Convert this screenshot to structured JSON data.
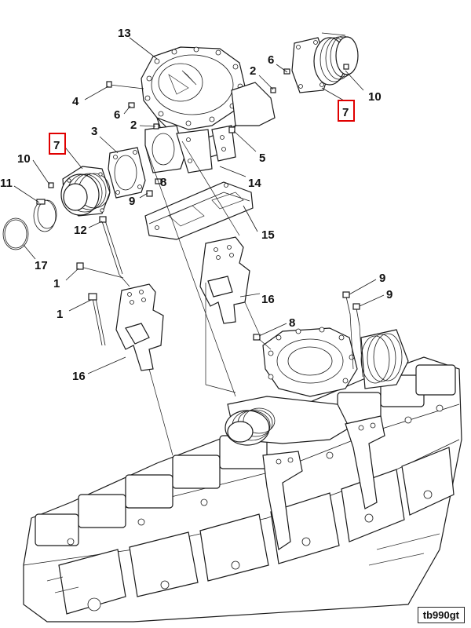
{
  "diagram": {
    "reference_code": "tb990gt",
    "highlight_color": "#e00000",
    "callouts": [
      {
        "id": "c13",
        "label": "13"
      },
      {
        "id": "c6a",
        "label": "6"
      },
      {
        "id": "c2a",
        "label": "2"
      },
      {
        "id": "c4",
        "label": "4"
      },
      {
        "id": "c10a",
        "label": "10"
      },
      {
        "id": "c7a",
        "label": "7",
        "highlighted": true
      },
      {
        "id": "c6b",
        "label": "6"
      },
      {
        "id": "c2b",
        "label": "2"
      },
      {
        "id": "c3",
        "label": "3"
      },
      {
        "id": "c5",
        "label": "5"
      },
      {
        "id": "c7b",
        "label": "7",
        "highlighted": true
      },
      {
        "id": "c10b",
        "label": "10"
      },
      {
        "id": "c8a",
        "label": "8"
      },
      {
        "id": "c14",
        "label": "14"
      },
      {
        "id": "c11",
        "label": "11"
      },
      {
        "id": "c9a",
        "label": "9"
      },
      {
        "id": "c12",
        "label": "12"
      },
      {
        "id": "c15",
        "label": "15"
      },
      {
        "id": "c17",
        "label": "17"
      },
      {
        "id": "c1a",
        "label": "1"
      },
      {
        "id": "c16a",
        "label": "16"
      },
      {
        "id": "c9b",
        "label": "9"
      },
      {
        "id": "c9c",
        "label": "9"
      },
      {
        "id": "c1b",
        "label": "1"
      },
      {
        "id": "c8b",
        "label": "8"
      },
      {
        "id": "c16b",
        "label": "16"
      }
    ]
  }
}
